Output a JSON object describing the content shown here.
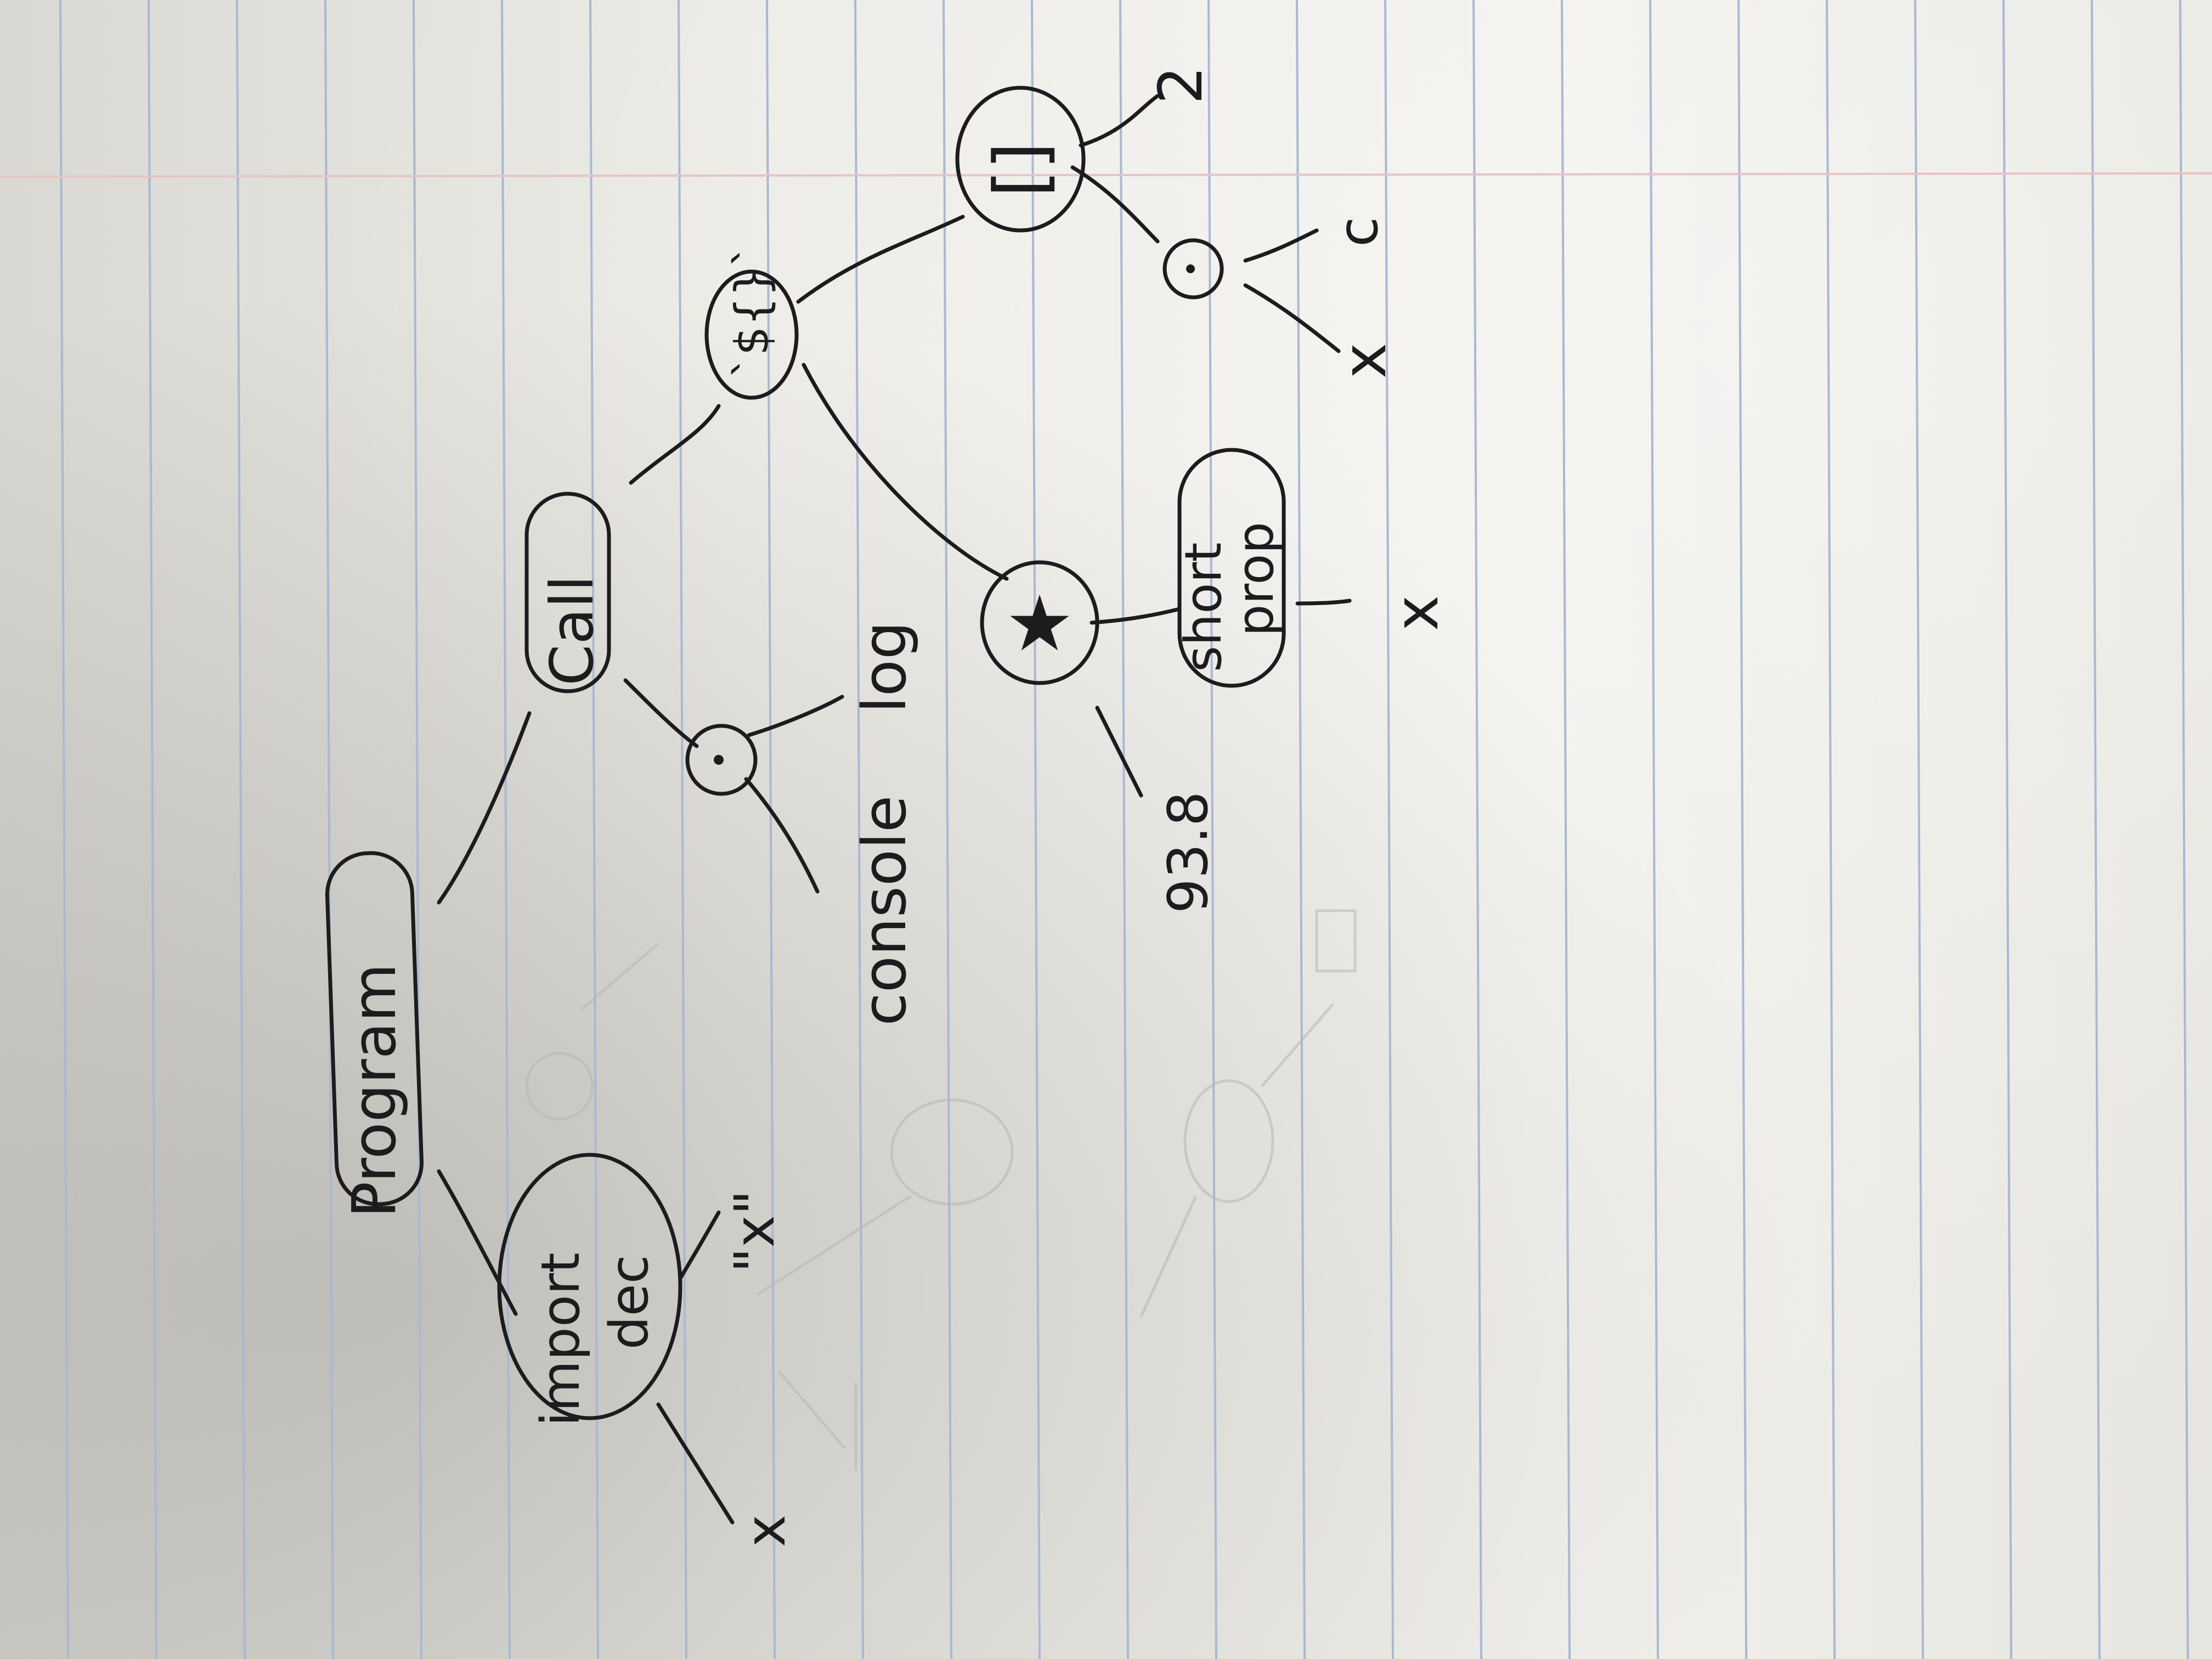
{
  "diagram": {
    "nodes": {
      "program": "Program",
      "import_line1": "import",
      "import_line2": "dec",
      "call": "Call",
      "member_dot_console": "·",
      "template_literal": "`${}`",
      "star": "★",
      "short_prop_line1": "short",
      "short_prop_line2": "prop",
      "subscript": "[]",
      "member_dot_x": "·"
    },
    "leaves": {
      "import_x": "x",
      "import_x_string": "\"x\"",
      "console": "console",
      "log": "log",
      "number": "93.8",
      "short_prop_x": "x",
      "dot_x": "x",
      "dot_c": "c",
      "index_2": "2"
    }
  }
}
